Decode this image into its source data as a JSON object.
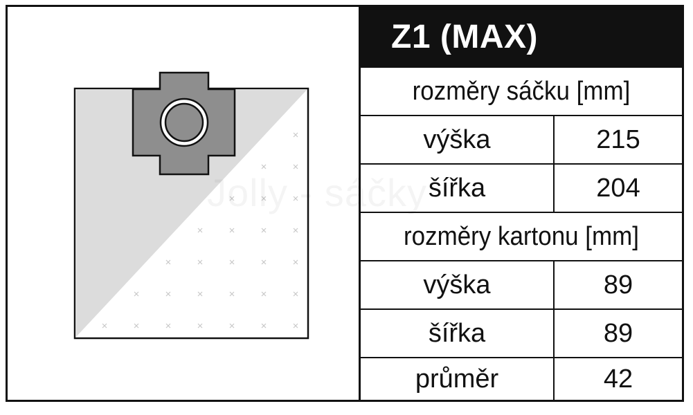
{
  "product": {
    "title": "Z1 (MAX)",
    "watermark": "Jolly - sáčky"
  },
  "bag_dimensions": {
    "heading": "rozměry sáčku [mm]",
    "rows": [
      {
        "label": "výška",
        "value": "215"
      },
      {
        "label": "šířka",
        "value": "204"
      }
    ]
  },
  "carton_dimensions": {
    "heading": "rozměry kartonu [mm]",
    "rows": [
      {
        "label": "výška",
        "value": "89"
      },
      {
        "label": "šířka",
        "value": "89"
      },
      {
        "label": "průměr",
        "value": "42"
      }
    ]
  },
  "colors": {
    "outline": "#111111",
    "bag_shade": "#dcdcdc",
    "collar": "#8e8e8e",
    "title_bar": "#111111"
  },
  "icons": [
    "vacuum-bag-illustration",
    "collar-ring-icon"
  ]
}
